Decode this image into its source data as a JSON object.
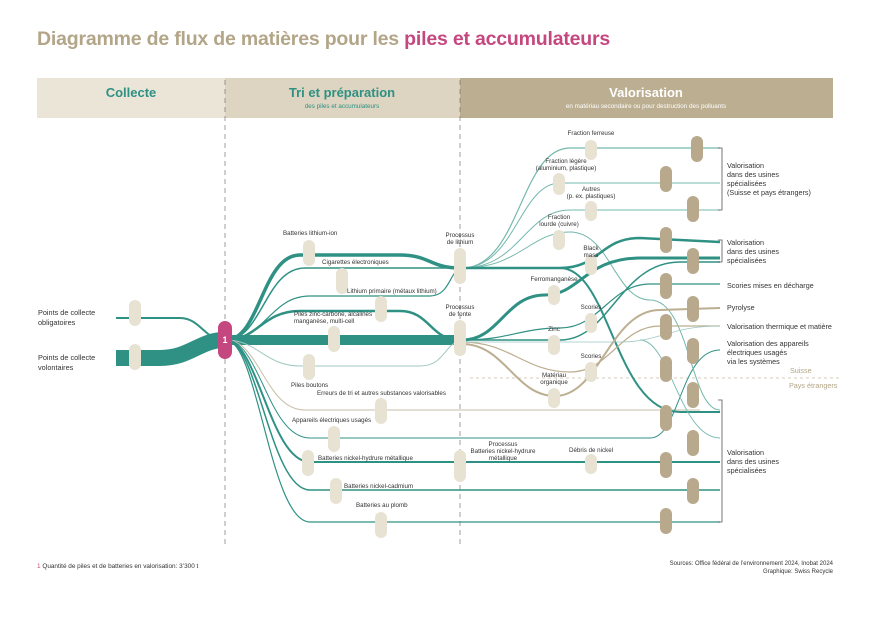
{
  "title": {
    "part1": "Diagramme de flux de matières pour les",
    "part2": "piles et accumulateurs"
  },
  "columns": {
    "collecte": "Collecte",
    "tri": "Tri et préparation",
    "tri_sub": "des piles et accumulateurs",
    "valorisation": "Valorisation",
    "valorisation_sub": "en matériau secondaire ou pour destruction des polluants"
  },
  "sources": {
    "obligatoires": [
      "Points de collecte",
      "obligatoires"
    ],
    "volontaires": [
      "Points de collecte",
      "volontaires"
    ]
  },
  "badge": "1",
  "categories": {
    "lithium_ion": "Batteries lithium-ion",
    "cigarettes": "Cigarettes électroniques",
    "lithium_primaire": "Lithium primaire (métaux lithium)",
    "zinc_carbone": [
      "Piles zinc-carbone, alcalines",
      "manganèse, multi-cell"
    ],
    "piles_boutons": "Piles boutons",
    "erreurs": "Erreurs de tri et autres substances valorisables",
    "appareils": "Appareils électriques usagés",
    "nimh": "Batteries nickel-hydrure métallique",
    "nicd": "Batteries nickel-cadmium",
    "plomb": "Batteries au plomb"
  },
  "processes": {
    "lithium": [
      "Processus",
      "de lithium"
    ],
    "fonte": [
      "Processus",
      "de fonte"
    ],
    "nimh": [
      "Processus",
      "Batteries nickel-hydrure",
      "métallique"
    ]
  },
  "fractions": {
    "ferreuse": "Fraction ferreuse",
    "legere": [
      "Fraction légère",
      "(aluminium, plastique)"
    ],
    "autres": [
      "Autres",
      "(p. ex. plastiques)"
    ],
    "lourde": [
      "Fraction",
      "lourde (cuivre)"
    ],
    "black_mass": [
      "Black",
      "mass"
    ],
    "ferromanganese": "Ferromanganèse",
    "scories1": "Scories",
    "zinc": "Zinc",
    "scories2": "Scories",
    "materiau_organique": [
      "Matériau",
      "organique"
    ],
    "debris_nickel": "Débris de nickel"
  },
  "outcomes": {
    "usines_top": [
      "Valorisation",
      "dans des usines",
      "spécialisées",
      "(Suisse et pays étrangers)"
    ],
    "usines_mid": [
      "Valorisation",
      "dans des usines",
      "spécialisées"
    ],
    "decharge": "Scories mises en décharge",
    "pyrolyse": "Pyrolyse",
    "thermique": "Valorisation thermique et matière",
    "appareils": [
      "Valorisation des appareils",
      "électriques usagés",
      "via les systèmes"
    ],
    "usines_bottom": [
      "Valorisation",
      "dans des usines",
      "spécialisées"
    ]
  },
  "divider": {
    "suisse": "Suisse",
    "etrangers": "Pays étrangers"
  },
  "footer": {
    "note_num": "1",
    "note_text": "Quantité de piles et de batteries en valorisation: 3’300 t",
    "sources": "Sources: Office fédéral de l’environnement 2024, Inobat 2024",
    "graphique": "Graphique: Swiss Recycle"
  },
  "colors": {
    "teal": "#2f9184",
    "teal_light": "#74b8ad",
    "beige": "#e8e2d3",
    "beige_dark": "#b8a98c",
    "title_beige": "#b3a588",
    "pink": "#c5477f"
  }
}
